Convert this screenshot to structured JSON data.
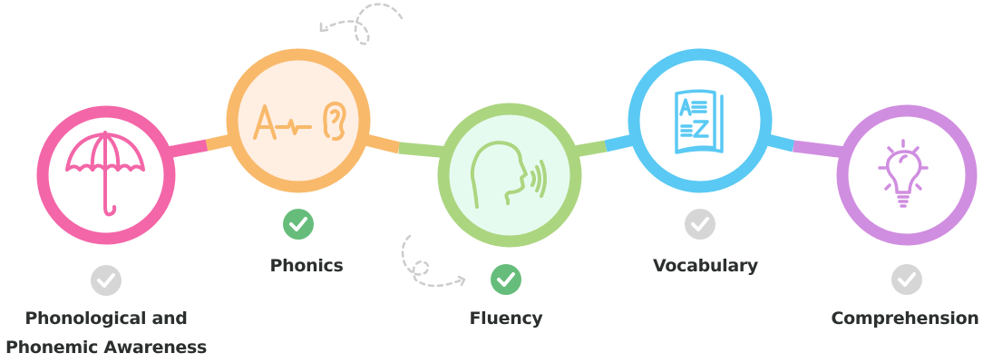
{
  "steps": [
    {
      "label_line1": "Phonological and",
      "label_line2": "Phonemic Awareness",
      "icon": "umbrella-icon",
      "color": "#f366a8",
      "fill": "#ffffff",
      "completed": false
    },
    {
      "label": "Phonics",
      "icon": "letter-sound-ear-icon",
      "color": "#f8b96a",
      "fill": "#ffeee2",
      "completed": true
    },
    {
      "label": "Fluency",
      "icon": "speaking-head-icon",
      "color": "#acd580",
      "fill": "#e6fbef",
      "completed": true
    },
    {
      "label": "Vocabulary",
      "icon": "dictionary-book-icon",
      "color": "#5ac9f3",
      "fill": "#ffffff",
      "completed": false
    },
    {
      "label": "Comprehension",
      "icon": "lightbulb-icon",
      "color": "#d08ee0",
      "fill": "#ffffff",
      "completed": false
    }
  ],
  "colors": {
    "check_done": "#66bd7b",
    "check_pending": "#d6d6d6",
    "text": "#2b2f2e",
    "dashed_arrow": "#cccccc"
  }
}
